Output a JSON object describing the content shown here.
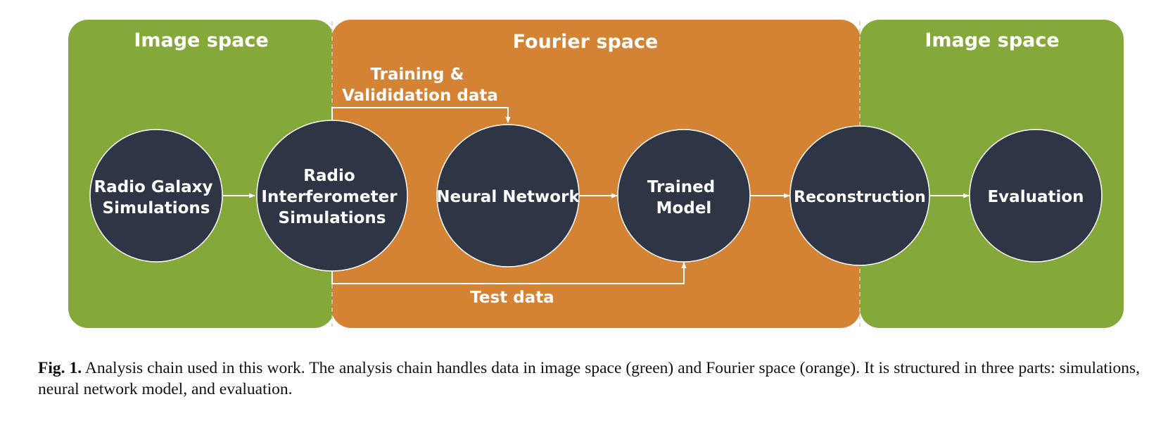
{
  "colors": {
    "image_space": "#84a83a",
    "fourier_space": "#d48233",
    "node_fill": "#2e3645",
    "line": "#ffffff"
  },
  "regions": {
    "left": {
      "title": "Image space"
    },
    "middle": {
      "title": "Fourier space"
    },
    "right": {
      "title": "Image space"
    }
  },
  "nodes": {
    "radio_galaxy": {
      "lines": [
        "Radio Galaxy",
        "Simulations"
      ]
    },
    "interferometer": {
      "lines": [
        "Radio",
        "Interferometer",
        "Simulations"
      ]
    },
    "neural_network": {
      "lines": [
        "Neural Network"
      ]
    },
    "trained_model": {
      "lines": [
        "Trained",
        "Model"
      ]
    },
    "reconstruction": {
      "lines": [
        "Reconstruction"
      ]
    },
    "evaluation": {
      "lines": [
        "Evaluation"
      ]
    }
  },
  "edges": {
    "training": {
      "lines": [
        "Training &",
        "Valididation data"
      ]
    },
    "test": {
      "label": "Test data"
    }
  },
  "caption": {
    "label": "Fig. 1.",
    "text": " Analysis chain used in this work. The analysis chain handles data in image space (green) and Fourier space (orange). It is structured in three parts: simulations, neural network model, and evaluation."
  }
}
